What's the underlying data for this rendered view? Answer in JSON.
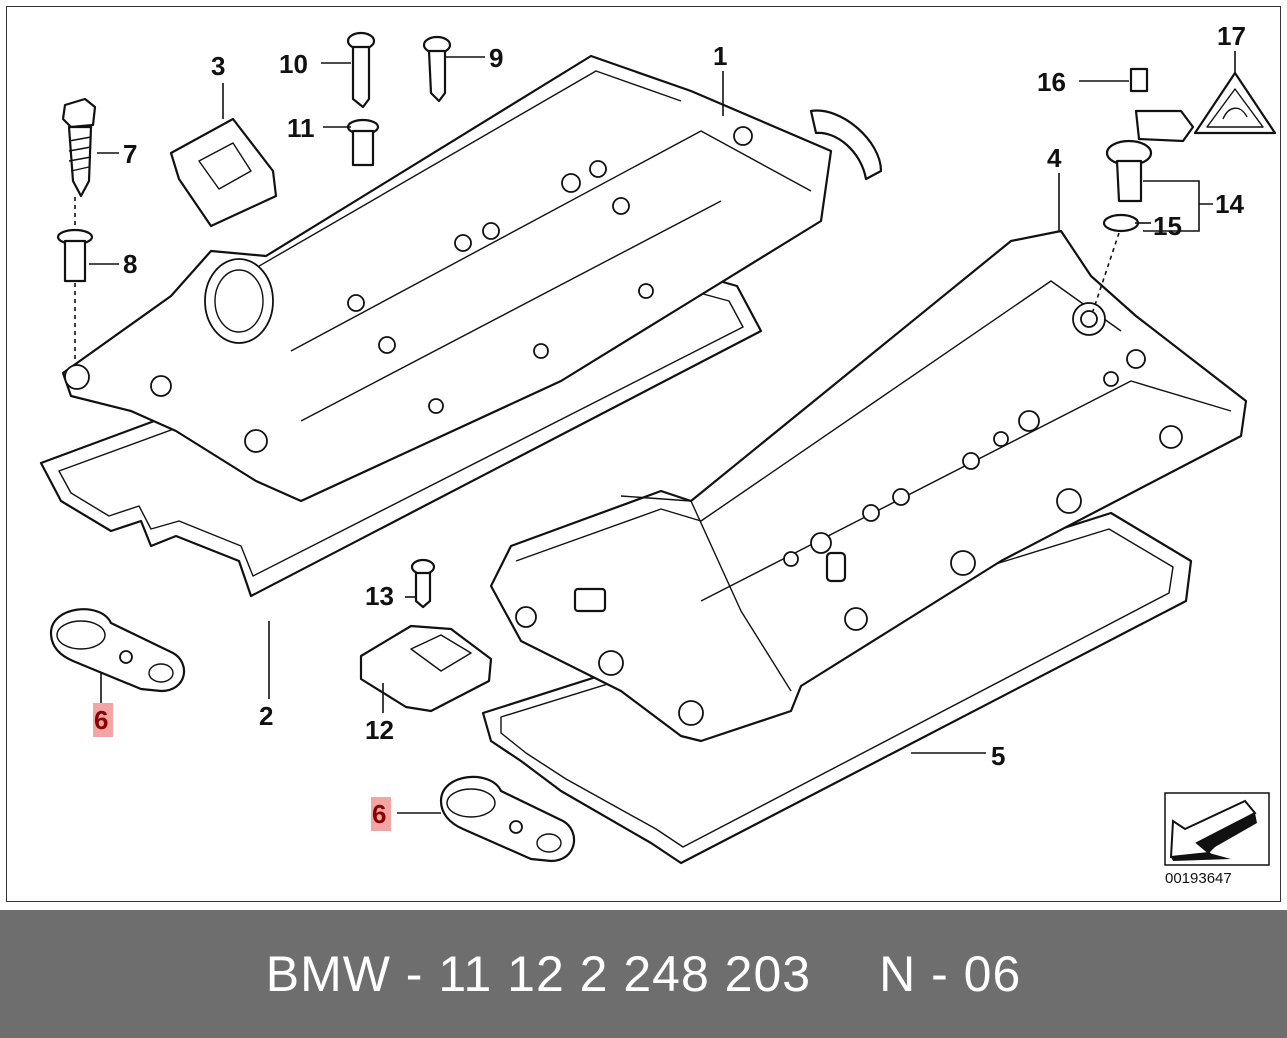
{
  "diagram": {
    "callouts": [
      "1",
      "2",
      "3",
      "4",
      "5",
      "6",
      "7",
      "8",
      "9",
      "10",
      "11",
      "12",
      "13",
      "14",
      "15",
      "16",
      "17"
    ],
    "highlight_color": "#f2a5a5",
    "drawing_number": "00193647"
  },
  "footer": {
    "part_label": "BMW - 11 12 2 248 203",
    "position_label": "N - 06"
  }
}
